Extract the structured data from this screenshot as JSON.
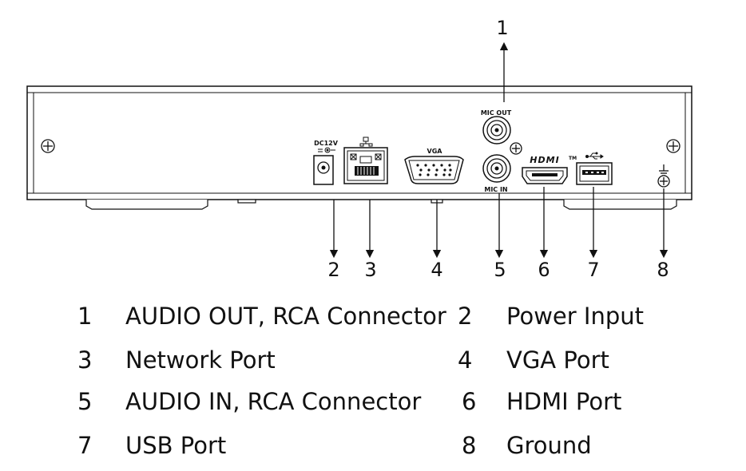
{
  "port_labels": {
    "mic_out": "MIC OUT",
    "mic_in": "MIC IN",
    "vga": "VGA",
    "power": "DC12V",
    "hdmi": "HDMI",
    "hdmi_tm": "TM"
  },
  "callouts": [
    "1",
    "2",
    "3",
    "4",
    "5",
    "6",
    "7",
    "8"
  ],
  "legend": [
    {
      "num": "1",
      "label": "AUDIO OUT, RCA Connector"
    },
    {
      "num": "2",
      "label": "Power Input"
    },
    {
      "num": "3",
      "label": "Network Port"
    },
    {
      "num": "4",
      "label": "VGA Port"
    },
    {
      "num": "5",
      "label": "AUDIO IN, RCA Connector"
    },
    {
      "num": "6",
      "label": "HDMI Port"
    },
    {
      "num": "7",
      "label": "USB Port"
    },
    {
      "num": "8",
      "label": "Ground"
    }
  ],
  "colors": {
    "line": "#111111",
    "background": "#ffffff"
  }
}
